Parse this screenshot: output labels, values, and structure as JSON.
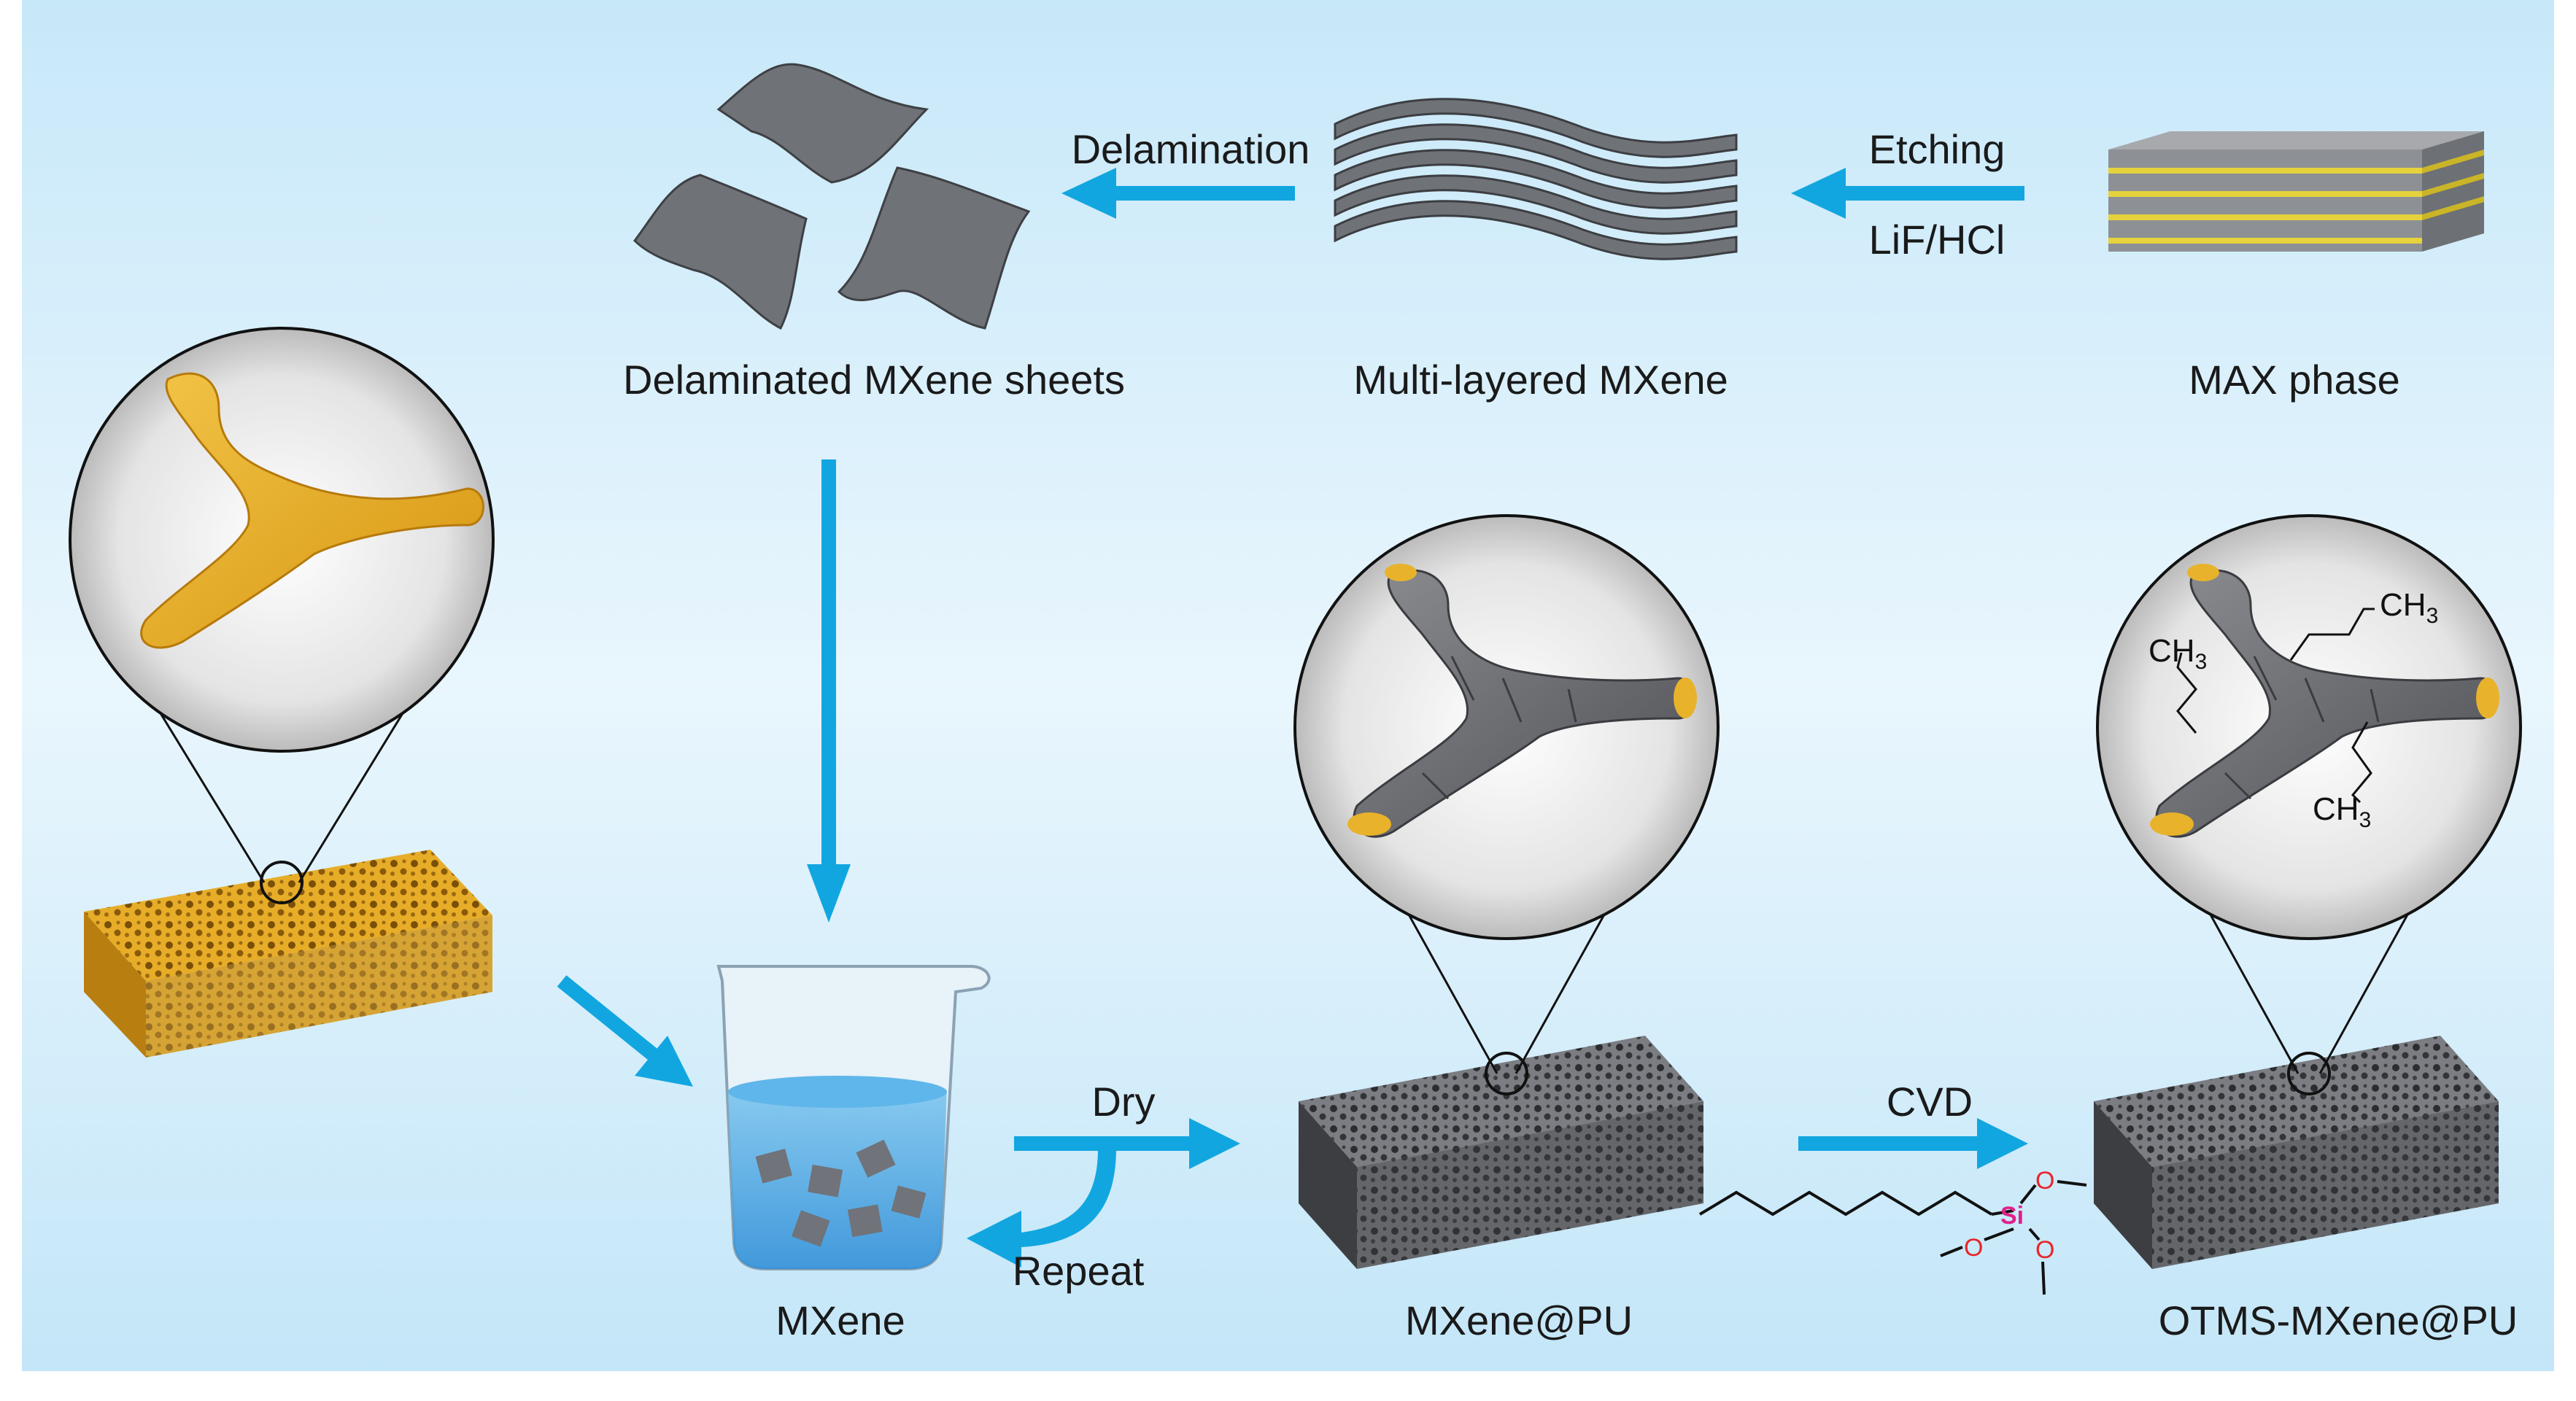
{
  "labels": {
    "delamination": "Delamination",
    "etching": "Etching",
    "lif_hcl": "LiF/HCl",
    "delaminated_sheets": "Delaminated MXene sheets",
    "multilayered": "Multi-layered MXene",
    "max_phase": "MAX phase",
    "dry": "Dry",
    "repeat": "Repeat",
    "cvd": "CVD",
    "mxene": "MXene",
    "mxene_pu": "MXene@PU",
    "otms_mxene_pu": "OTMS-MXene@PU"
  },
  "chemistry": {
    "ch3_base": "CH",
    "ch3_sub": "3",
    "si": "Si",
    "o": "O"
  },
  "colors": {
    "arrow": "#12a6e0",
    "foam_gold": "#e0a420",
    "foam_gray": "#5e6065",
    "sheet_gray": "#6f7277",
    "max_stripe": "#e6d23c",
    "si_label": "#e0208a",
    "o_label": "#e8262a",
    "background_top": "#c9e9f9"
  }
}
